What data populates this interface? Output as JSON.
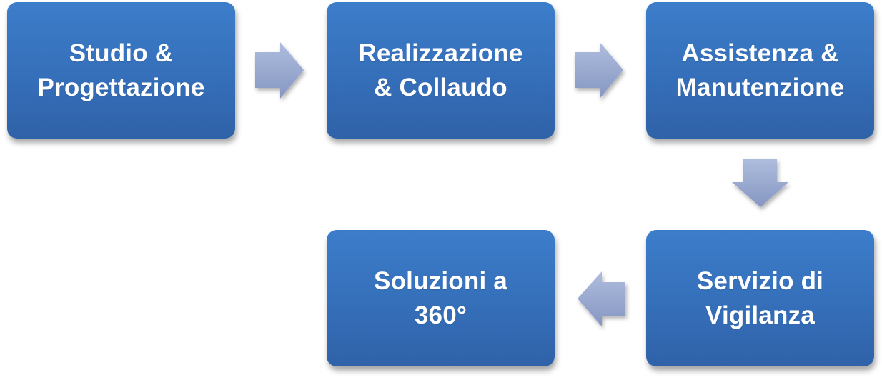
{
  "diagram": {
    "type": "process-flow",
    "colors": {
      "box_top": "#3c7dca",
      "box_bottom": "#2f62a8",
      "text": "#ffffff",
      "arrow_light": "#a9b8d9",
      "arrow_dark": "#8597c3"
    },
    "nodes": [
      {
        "id": "studio",
        "line1": "Studio &",
        "line2": "Progettazione"
      },
      {
        "id": "realizzazione",
        "line1": "Realizzazione",
        "line2": "& Collaudo"
      },
      {
        "id": "assistenza",
        "line1": "Assistenza &",
        "line2": "Manutenzione"
      },
      {
        "id": "vigilanza",
        "line1": "Servizio di",
        "line2": "Vigilanza"
      },
      {
        "id": "soluzioni",
        "line1": "Soluzioni a",
        "line2": "360°"
      }
    ],
    "edges": [
      {
        "from": "studio",
        "to": "realizzazione",
        "direction": "right"
      },
      {
        "from": "realizzazione",
        "to": "assistenza",
        "direction": "right"
      },
      {
        "from": "assistenza",
        "to": "vigilanza",
        "direction": "down"
      },
      {
        "from": "vigilanza",
        "to": "soluzioni",
        "direction": "left"
      }
    ]
  }
}
